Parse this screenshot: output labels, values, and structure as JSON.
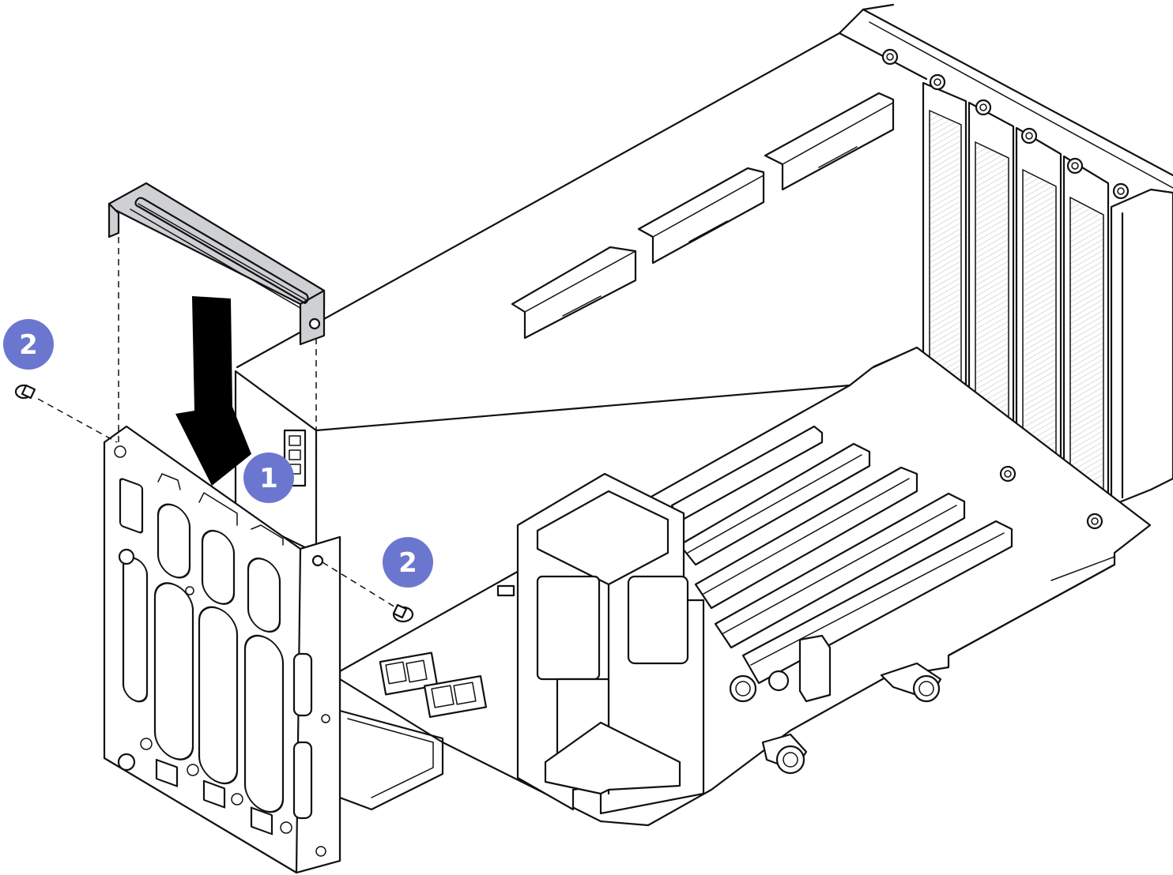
{
  "diagram": {
    "subject": "riser-bracket-installation",
    "colors": {
      "callout": "#6b77cf",
      "callout_text": "#ffffff",
      "line": "#111111",
      "highlight_part": "#cfd0d3"
    },
    "callouts": [
      {
        "id": "step-1",
        "label": "1"
      },
      {
        "id": "step-2-left",
        "label": "2"
      },
      {
        "id": "step-2-right",
        "label": "2"
      }
    ]
  }
}
